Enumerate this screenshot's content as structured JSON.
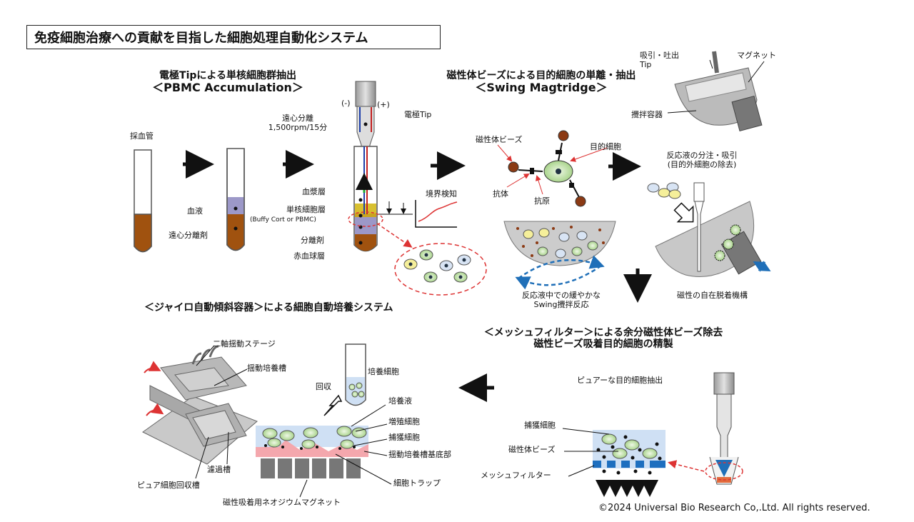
{
  "title": "免疫細胞治療への貢献を目指した細胞処理自動化システム",
  "pbmc": {
    "heading1": "電極Tipによる単核細胞群抽出",
    "heading2": "＜PBMC Accumulation＞",
    "blood_tube": "採血管",
    "centrifuge1": "遠心分離",
    "centrifuge2": "1,500rpm/15分",
    "plasma_blood": "血液",
    "sep_agent_1": "遠心分離剤",
    "minus": "(-)",
    "plus": "(+)",
    "electrode_tip": "電極Tip",
    "plasma_layer": "血漿層",
    "mono_layer": "単核細胞層",
    "buffy": "(Buffy Cort or PBMC)",
    "sep_agent_2": "分離剤",
    "rbc_layer": "赤血球層",
    "boundary": "境界検知"
  },
  "swing": {
    "heading1": "磁性体ビーズによる目的細胞の単離・抽出",
    "heading2": "＜Swing Magtridge＞",
    "suction": "吸引・吐出",
    "tip": "Tip",
    "magnet": "マグネット",
    "stir_vessel": "攪拌容器",
    "beads": "磁性体ビーズ",
    "target_cell": "目的細胞",
    "antibody": "抗体",
    "antigen": "抗原",
    "dispense1": "反応液の分注・吸引",
    "dispense2": "(目的外細胞の除去)",
    "swing1": "反応液中での緩やかな",
    "swing2": "Swing攪拌反応",
    "magnet_mech": "磁性の自在脱着機構"
  },
  "mesh": {
    "heading1": "＜メッシュフィルター＞による余分磁性体ビーズ除去",
    "heading2": "磁性ビーズ吸着目的細胞の精製",
    "pure_extract": "ピュアーな目的細胞抽出",
    "captured": "捕獲細胞",
    "beads": "磁性体ビーズ",
    "filter": "メッシュフィルター"
  },
  "gyro": {
    "heading": "＜ジャイロ自動傾斜容器＞による細胞自動培養システム",
    "stage": "二軸揺動ステージ",
    "tank": "揺動培養槽",
    "filter_tank": "濾過槽",
    "pure_tank": "ピュア細胞回収槽",
    "recover": "回収",
    "cultured": "培養細胞",
    "medium": "培養液",
    "grown": "増殖細胞",
    "captured": "捕獲細胞",
    "tank_bottom": "揺動培養槽基底部",
    "trap": "細胞トラップ",
    "neodymium": "磁性吸着用ネオジウムマグネット"
  },
  "copyright": "©2024 Universal Bio Research Co,.Ltd. All rights reserved."
}
